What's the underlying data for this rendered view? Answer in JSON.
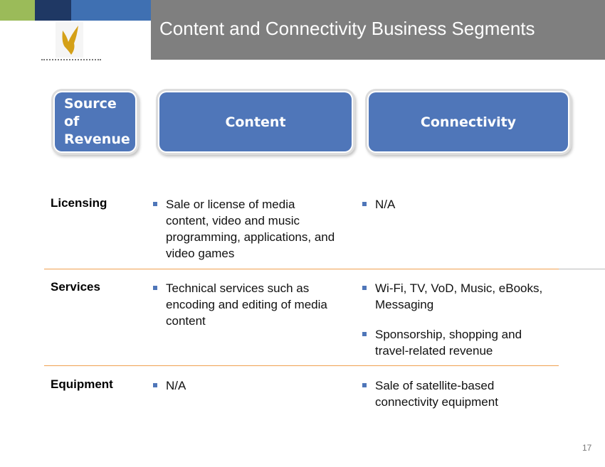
{
  "header": {
    "title": "Content and Connectivity Business Segments",
    "logo": "eagle-logo"
  },
  "columns": {
    "source": "Source of Revenue",
    "content": "Content",
    "connectivity": "Connectivity"
  },
  "rows": [
    {
      "label": "Licensing",
      "content": [
        "Sale or license of media content, video and music programming, applications, and video games"
      ],
      "connectivity": [
        "N/A"
      ]
    },
    {
      "label": "Services",
      "content": [
        "Technical services such as encoding and editing of media content"
      ],
      "connectivity": [
        "Wi-Fi, TV, VoD, Music, eBooks, Messaging",
        "Sponsorship, shopping and travel-related revenue"
      ]
    },
    {
      "label": "Equipment",
      "content": [
        "N/A"
      ],
      "connectivity": [
        "Sale of satellite-based connectivity equipment"
      ]
    }
  ],
  "page_number": "17",
  "colors": {
    "accent": "#4f76b9",
    "green": "#9bbb59",
    "navy": "#1f3864",
    "divider": "#f0a050"
  }
}
